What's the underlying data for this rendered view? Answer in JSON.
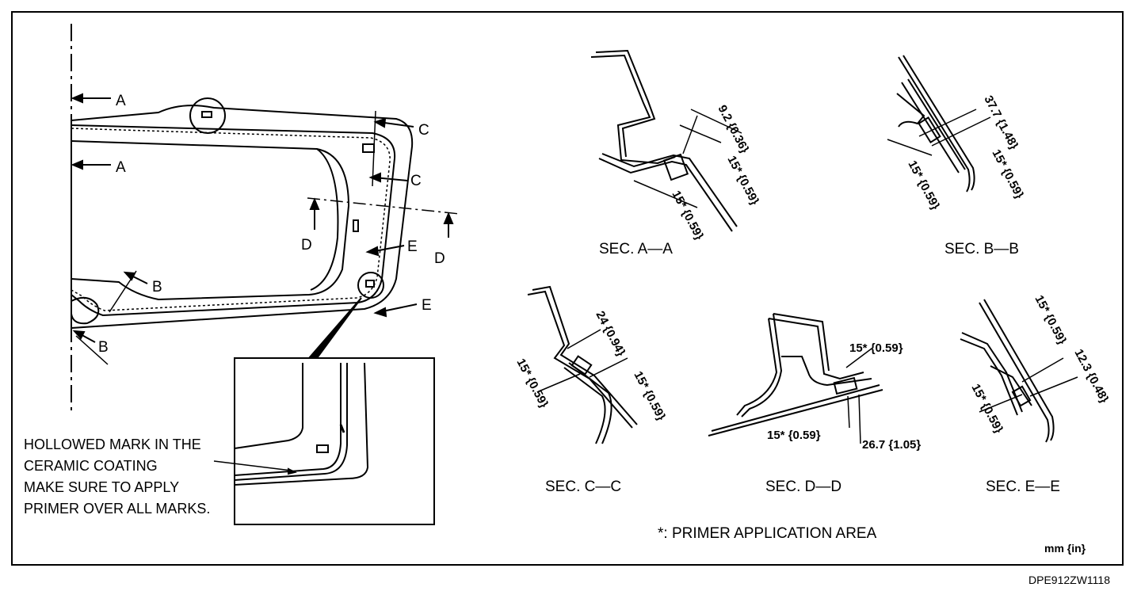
{
  "main_view": {
    "arrow_labels": [
      "A",
      "A",
      "C",
      "C",
      "D",
      "D",
      "E",
      "E",
      "B",
      "B"
    ]
  },
  "note": {
    "line1": "HOLLOWED MARK IN THE",
    "line2": "CERAMIC COATING",
    "line3": "MAKE SURE TO APPLY",
    "line4": "PRIMER OVER ALL MARKS."
  },
  "sections": {
    "aa": {
      "title": "SEC. A—A",
      "dims": [
        "9.2 {0.36}",
        "15* {0.59}",
        "15* {0.59}"
      ]
    },
    "bb": {
      "title": "SEC. B—B",
      "dims": [
        "37.7 {1.48}",
        "15* {0.59}",
        "15* {0.59}"
      ]
    },
    "cc": {
      "title": "SEC. C—C",
      "dims": [
        "24 {0.94}",
        "15* {0.59}",
        "15* {0.59}"
      ]
    },
    "dd": {
      "title": "SEC. D—D",
      "dims": [
        "15* {0.59}",
        "15* {0.59}",
        "26.7 {1.05}"
      ]
    },
    "ee": {
      "title": "SEC. E—E",
      "dims": [
        "15* {0.59}",
        "12.3 {0.48}",
        "15* {0.59}"
      ]
    }
  },
  "legend": "*: PRIMER APPLICATION AREA",
  "unit": "mm {in}",
  "figure_code": "DPE912ZW1118"
}
